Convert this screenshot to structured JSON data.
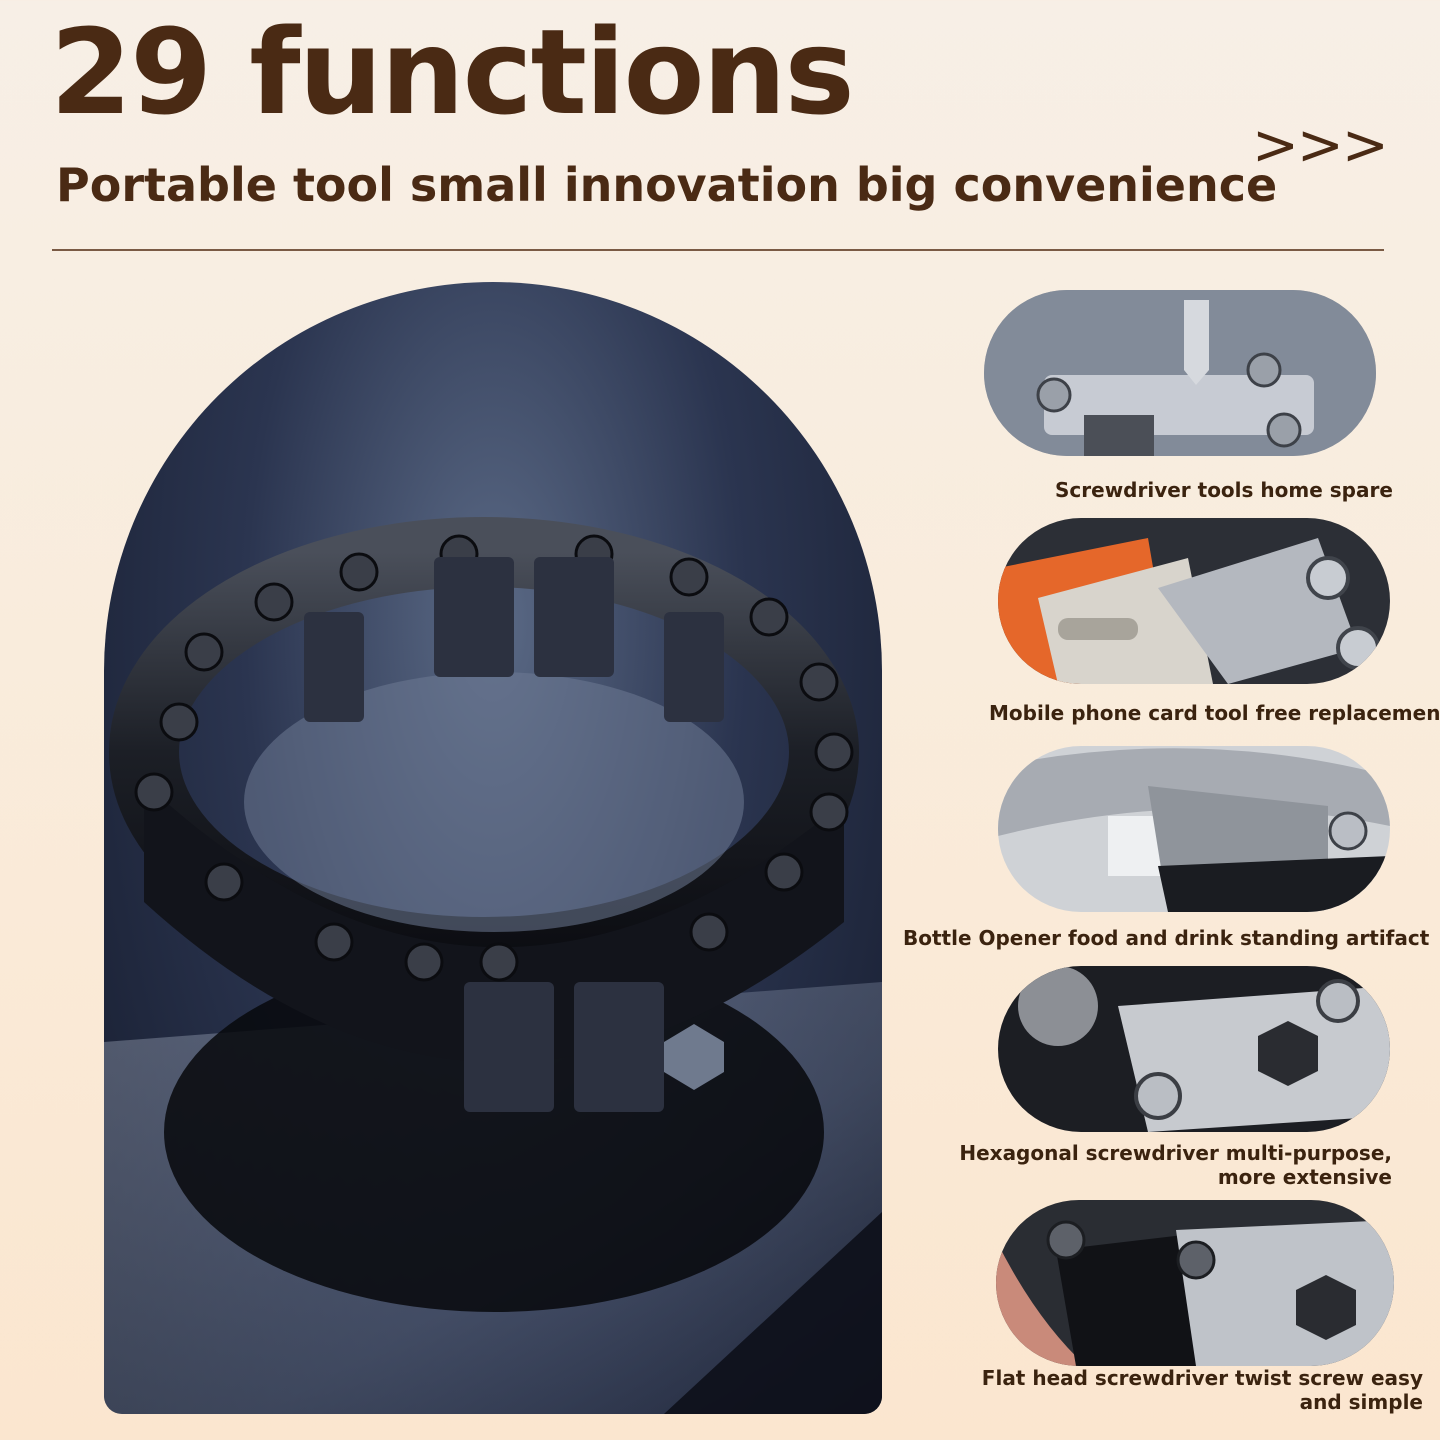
{
  "header": {
    "title": "29 functions",
    "subtitle": "Portable tool small innovation big convenience",
    "arrows": ">>>"
  },
  "features": [
    {
      "caption_lines": [
        "Screwdriver tools home spare"
      ]
    },
    {
      "caption_lines": [
        "Mobile phone card tool free replacement"
      ]
    },
    {
      "caption_lines": [
        "Bottle Opener food and drink standing artifact"
      ]
    },
    {
      "caption_lines": [
        "Hexagonal screwdriver multi-purpose,",
        "more extensive"
      ]
    },
    {
      "caption_lines": [
        "Flat head screwdriver twist screw easy",
        "and simple"
      ]
    }
  ],
  "colors": {
    "text": "#4a2a14",
    "background_top": "#f7efe6",
    "background_bottom": "#fbe6cf",
    "hero_dark": "#151b2c"
  }
}
